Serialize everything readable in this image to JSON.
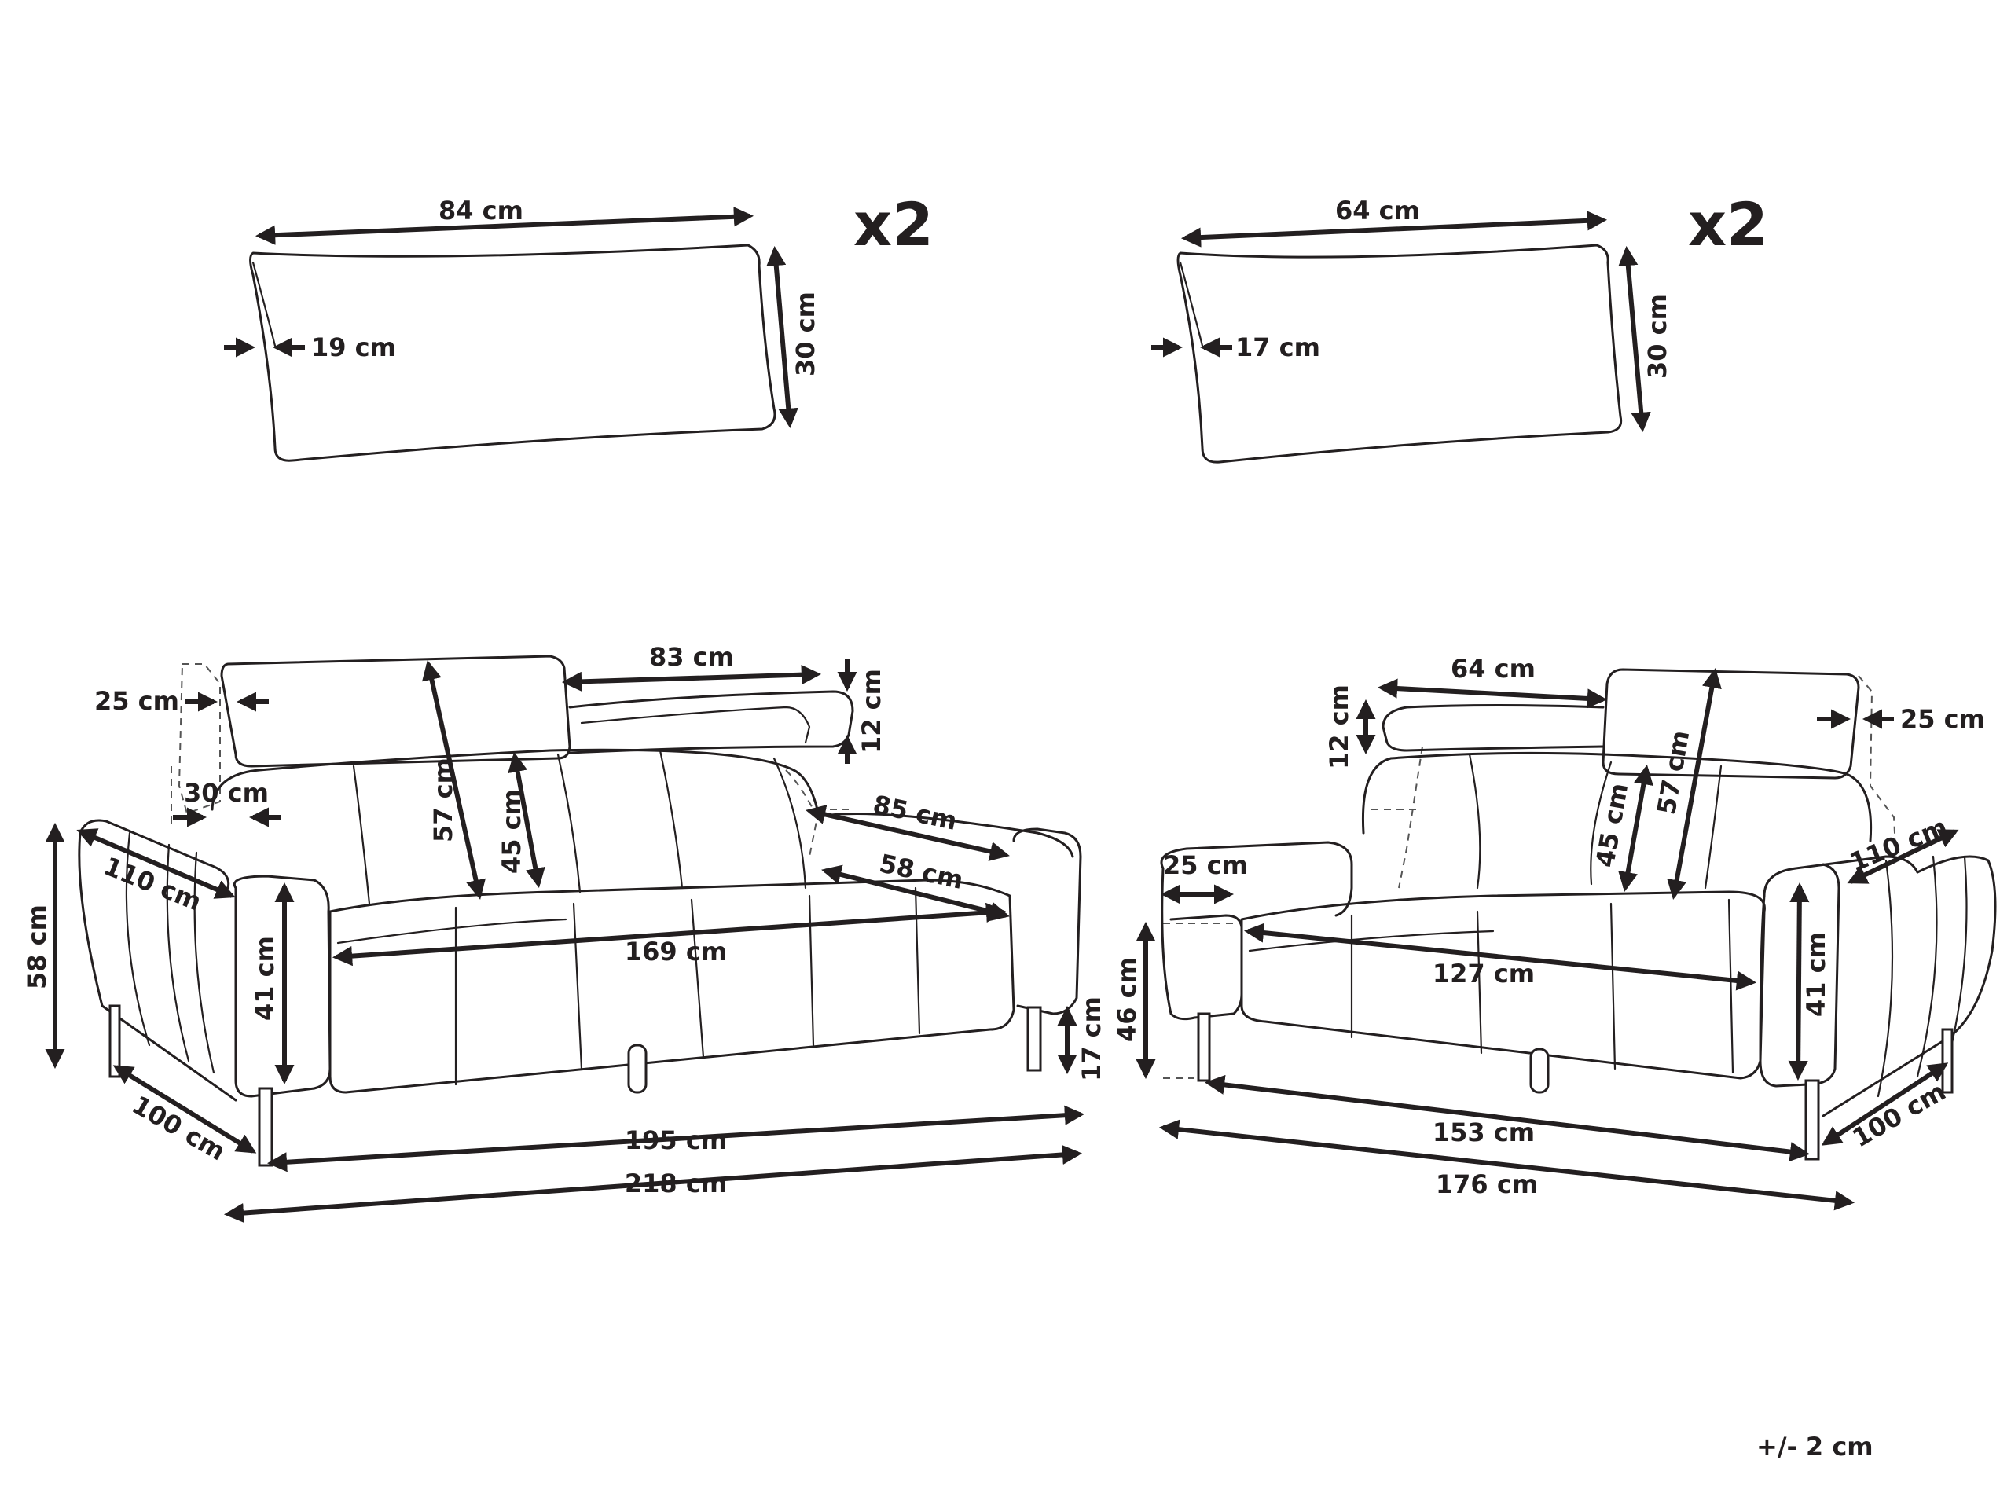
{
  "pillow_left": {
    "width": "84 cm",
    "depth": "19 cm",
    "height": "30 cm",
    "quantity": "x2"
  },
  "pillow_right": {
    "width": "64 cm",
    "depth": "17 cm",
    "height": "30 cm",
    "quantity": "x2"
  },
  "sofa_large": {
    "headrest_depth": "25 cm",
    "headrest_width": "83 cm",
    "headrest_raise": "12 cm",
    "back_height": "57 cm",
    "cushion_height": "45 cm",
    "back_depth": "30 cm",
    "arm_length": "85 cm",
    "seat_depth": "58 cm",
    "arm_depth": "110 cm",
    "total_height": "58 cm",
    "arm_height": "41 cm",
    "seat_width": "169 cm",
    "leg_height": "17 cm",
    "depth": "100 cm",
    "inner_width": "195 cm",
    "total_width": "218 cm"
  },
  "sofa_small": {
    "headrest_width": "64 cm",
    "headrest_raise": "12 cm",
    "headrest_depth": "25 cm",
    "back_height": "57 cm",
    "cushion_height": "45 cm",
    "arm_depth": "110 cm",
    "arm_width": "25 cm",
    "seat_height": "46 cm",
    "seat_width": "127 cm",
    "arm_height": "41 cm",
    "inner_width": "153 cm",
    "total_width": "176 cm",
    "depth": "100 cm"
  },
  "tolerance": "+/- 2 cm",
  "colors": {
    "ink": "#231f20",
    "background": "#ffffff"
  }
}
